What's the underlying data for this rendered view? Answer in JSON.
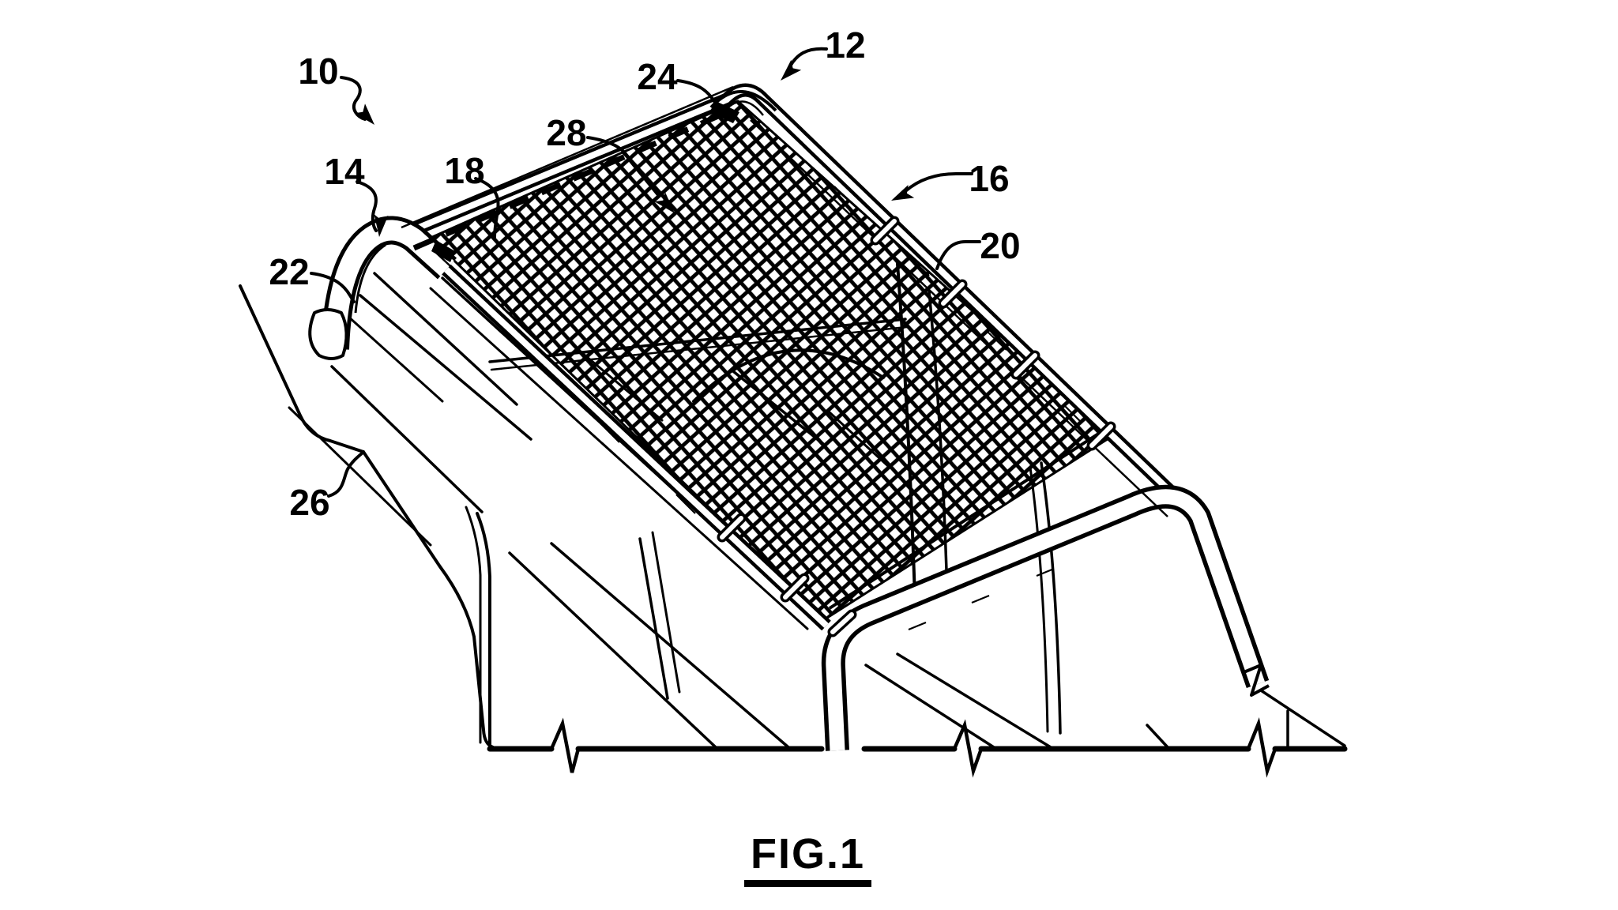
{
  "figure": {
    "caption": "FIG.1",
    "labels": [
      {
        "ref": "10",
        "arrow": true
      },
      {
        "ref": "12",
        "arrow": true
      },
      {
        "ref": "14",
        "arrow": true
      },
      {
        "ref": "16",
        "arrow": true
      },
      {
        "ref": "18",
        "arrow": false
      },
      {
        "ref": "20",
        "arrow": false
      },
      {
        "ref": "22",
        "arrow": false
      },
      {
        "ref": "24",
        "arrow": false
      },
      {
        "ref": "26",
        "arrow": false
      },
      {
        "ref": "28",
        "arrow": true
      }
    ],
    "colors": {
      "ink": "#000000",
      "paper": "#ffffff"
    }
  }
}
